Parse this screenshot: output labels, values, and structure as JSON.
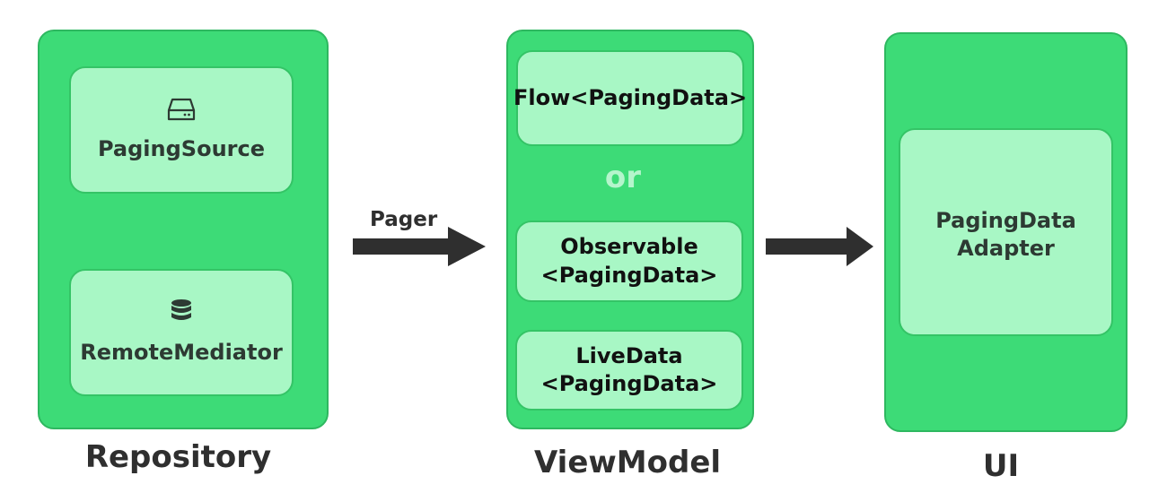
{
  "colors": {
    "layer_fill": "#3ddb77",
    "box_fill": "#a8f7c5",
    "arrow": "#2f2f2f",
    "or_text": "#b5f5cc"
  },
  "repository": {
    "label": "Repository",
    "paging_source": {
      "label": "PagingSource",
      "icon": "hard-drive-icon"
    },
    "remote_mediator": {
      "label": "RemoteMediator",
      "icon": "database-icon"
    }
  },
  "pager_arrow": {
    "label": "Pager"
  },
  "viewmodel": {
    "label": "ViewModel",
    "flow": {
      "label": "Flow<PagingData>"
    },
    "or_text": "or",
    "observable": {
      "line1": "Observable",
      "line2": "<PagingData>"
    },
    "livedata": {
      "line1": "LiveData",
      "line2": "<PagingData>"
    }
  },
  "ui": {
    "label": "UI",
    "adapter": {
      "line1": "PagingData",
      "line2": "Adapter"
    }
  }
}
